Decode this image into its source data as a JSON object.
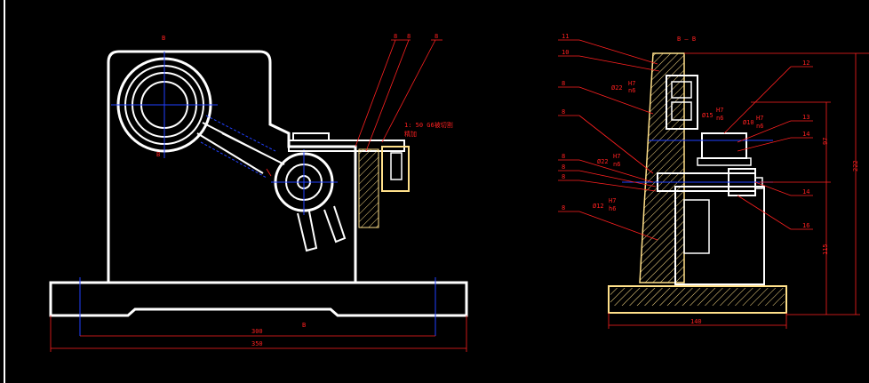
{
  "drawing": {
    "front_view_title": "B",
    "side_view_title": "B — B",
    "section_marker_top": "B",
    "section_marker_left": "B",
    "section_marker_bottom": "B",
    "note_line1": "1: 50  G6被切割",
    "note_line2": "精加",
    "front_callouts": [
      "8",
      "8",
      "8"
    ],
    "front_dims": {
      "inner": "300",
      "overall": "350"
    },
    "side_callouts_left": [
      "11",
      "10",
      "8",
      "8",
      "8",
      "8",
      "8",
      "8"
    ],
    "side_callouts_right": [
      "12",
      "13",
      "14",
      "14",
      "16"
    ],
    "side_fits": {
      "f1": "Ø22",
      "f1h": "H7",
      "f1s": "n6",
      "f2": "Ø15",
      "f2h": "H7",
      "f2s": "n6",
      "f3": "Ø10",
      "f3h": "H7",
      "f3s": "n6",
      "f4": "Ø22",
      "f4h": "H7",
      "f4s": "n6",
      "f5": "Ø12",
      "f5h": "H7",
      "f5s": "h6"
    },
    "side_dims": {
      "width": "140",
      "height_total": "222",
      "height_upper": "97",
      "height_lower": "115"
    },
    "colors": {
      "outline": "#ffffff",
      "leader": "#ff2020",
      "center": "#2040ff",
      "hatch": "#ffe08a",
      "text": "#ff2020"
    }
  }
}
